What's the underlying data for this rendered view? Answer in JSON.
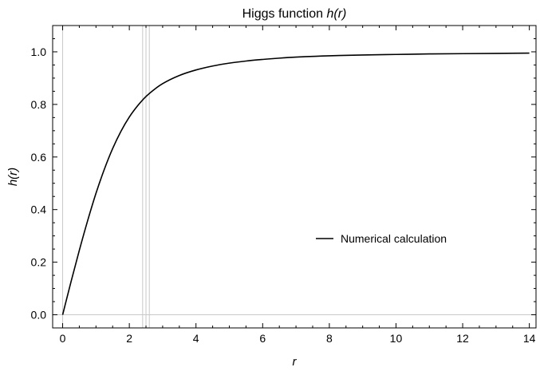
{
  "chart_data": {
    "type": "line",
    "title_prefix": "Higgs function ",
    "title_math": "h(r)",
    "xlabel": "r",
    "ylabel": "h(r)",
    "xlim": [
      -0.3,
      14.2
    ],
    "ylim": [
      -0.05,
      1.1
    ],
    "xticks": [
      0,
      2,
      4,
      6,
      8,
      10,
      12,
      14
    ],
    "yticks": [
      0.0,
      0.2,
      0.4,
      0.6,
      0.8,
      1.0
    ],
    "xtick_labels": [
      "0",
      "2",
      "4",
      "6",
      "8",
      "10",
      "12",
      "14"
    ],
    "ytick_labels": [
      "0.0",
      "0.2",
      "0.4",
      "0.6",
      "0.8",
      "1.0"
    ],
    "grid": false,
    "reference_lines_x": [
      0,
      2.4,
      2.5,
      2.6
    ],
    "reference_lines_y": [
      0
    ],
    "legend_position": "center-right",
    "series": [
      {
        "name": "Numerical calculation",
        "color": "#000000",
        "x": [
          0,
          0.25,
          0.5,
          0.75,
          1.0,
          1.25,
          1.5,
          1.75,
          2.0,
          2.25,
          2.5,
          2.75,
          3.0,
          3.5,
          4.0,
          4.5,
          5.0,
          5.5,
          6.0,
          6.5,
          7.0,
          8.0,
          9.0,
          10.0,
          11.0,
          12.0,
          13.0,
          14.0
        ],
        "y": [
          0.0,
          0.125,
          0.245,
          0.358,
          0.462,
          0.553,
          0.632,
          0.698,
          0.752,
          0.795,
          0.83,
          0.857,
          0.879,
          0.91,
          0.931,
          0.946,
          0.957,
          0.965,
          0.971,
          0.976,
          0.98,
          0.985,
          0.988,
          0.99,
          0.992,
          0.993,
          0.994,
          0.995
        ]
      }
    ]
  }
}
